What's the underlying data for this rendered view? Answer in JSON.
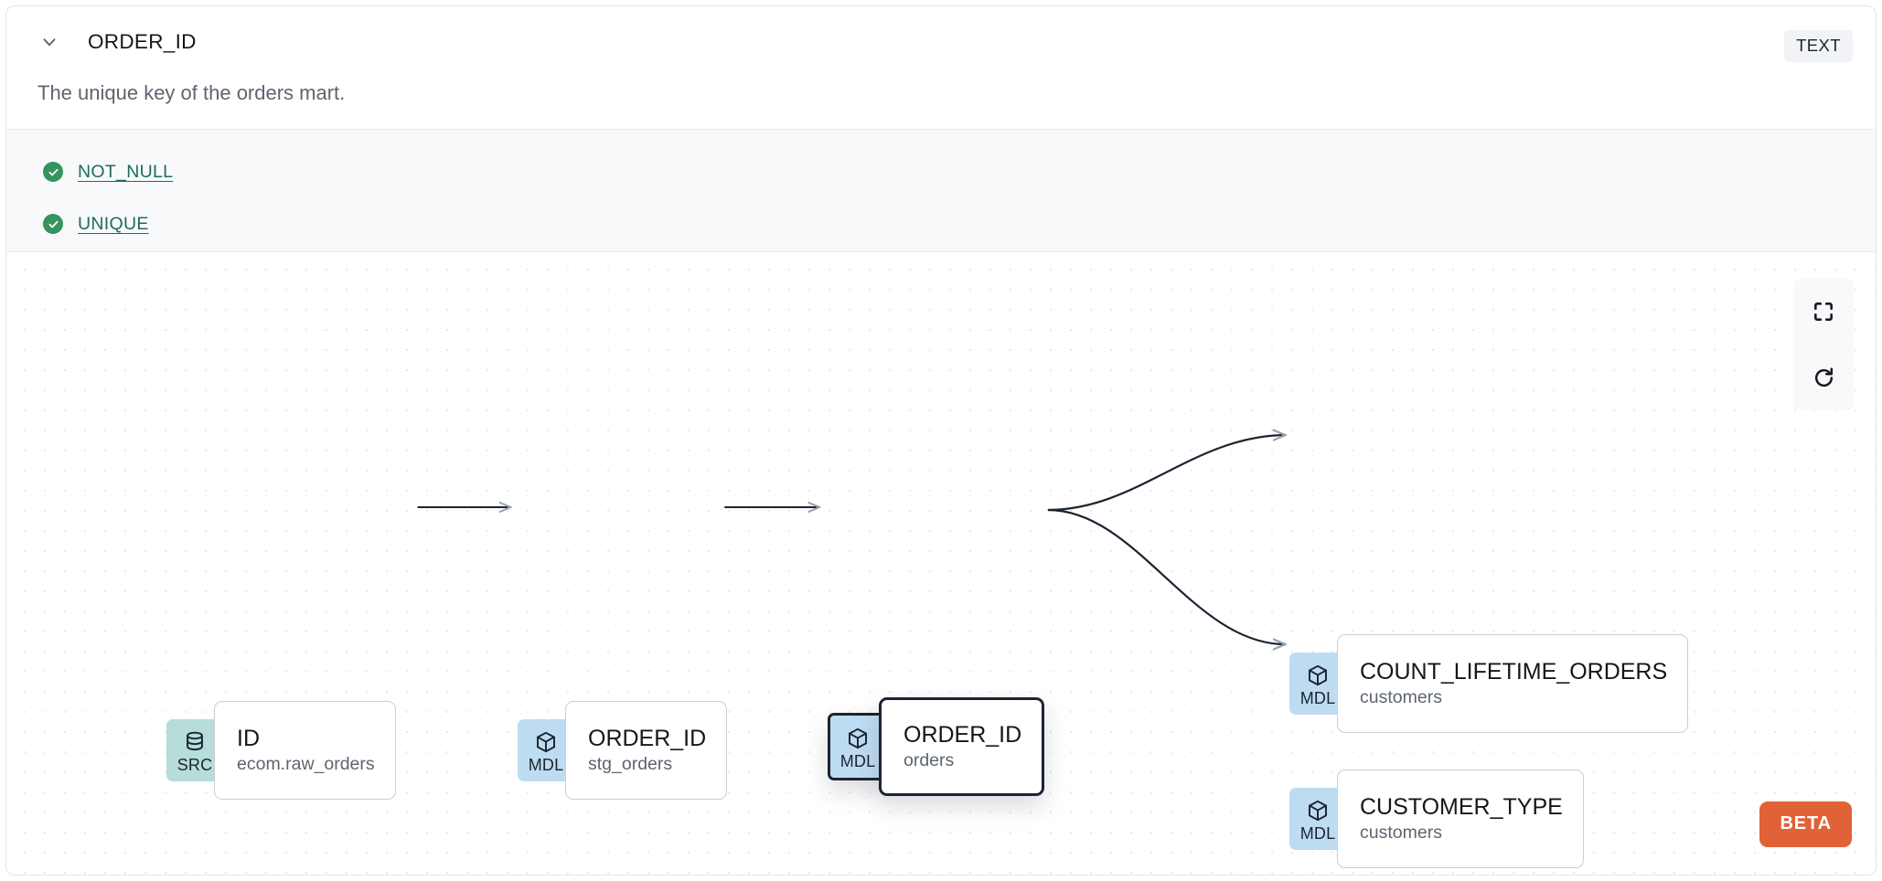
{
  "header": {
    "chevron_icon": "chevron-down-icon",
    "column_name": "ORDER_ID",
    "data_type_badge": "TEXT"
  },
  "description": "The unique key of the orders mart.",
  "tests": [
    {
      "icon": "check-circle-icon",
      "label": "NOT_NULL",
      "status": "passed"
    },
    {
      "icon": "check-circle-icon",
      "label": "UNIQUE",
      "status": "passed"
    }
  ],
  "lineage": {
    "nodes": [
      {
        "id": "src-id",
        "badge": "SRC",
        "badge_icon": "database-icon",
        "title": "ID",
        "subtitle": "ecom.raw_orders",
        "selected": false
      },
      {
        "id": "mdl-stg-order-id",
        "badge": "MDL",
        "badge_icon": "cube-icon",
        "title": "ORDER_ID",
        "subtitle": "stg_orders",
        "selected": false
      },
      {
        "id": "mdl-orders-order-id",
        "badge": "MDL",
        "badge_icon": "cube-icon",
        "title": "ORDER_ID",
        "subtitle": "orders",
        "selected": true
      },
      {
        "id": "mdl-count-lifetime-orders",
        "badge": "MDL",
        "badge_icon": "cube-icon",
        "title": "COUNT_LIFETIME_ORDERS",
        "subtitle": "customers",
        "selected": false
      },
      {
        "id": "mdl-customer-type",
        "badge": "MDL",
        "badge_icon": "cube-icon",
        "title": "CUSTOMER_TYPE",
        "subtitle": "customers",
        "selected": false
      }
    ],
    "edges": [
      {
        "from": "src-id",
        "to": "mdl-stg-order-id"
      },
      {
        "from": "mdl-stg-order-id",
        "to": "mdl-orders-order-id"
      },
      {
        "from": "mdl-orders-order-id",
        "to": "mdl-count-lifetime-orders"
      },
      {
        "from": "mdl-orders-order-id",
        "to": "mdl-customer-type"
      }
    ],
    "controls": [
      {
        "name": "fit-view-button",
        "icon": "fullscreen-icon"
      },
      {
        "name": "refresh-button",
        "icon": "refresh-icon"
      }
    ],
    "beta_badge": "BETA"
  },
  "colors": {
    "src_badge": "#b6ddd9",
    "mdl_badge": "#bedcf1",
    "test_pass": "#37935f",
    "test_link": "#1f6b5e",
    "beta": "#e06236",
    "node_border_selected": "#1b2431"
  }
}
